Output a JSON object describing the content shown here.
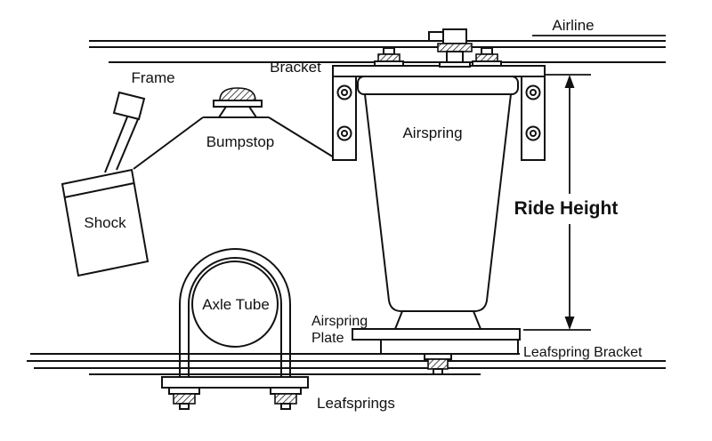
{
  "diagram": {
    "background": "#ffffff",
    "ink": "#111111",
    "labels": {
      "airline": "Airline",
      "frame": "Frame",
      "bracket": "Bracket",
      "bumpstop": "Bumpstop",
      "airspring": "Airspring",
      "ride_height": "Ride Height",
      "shock": "Shock",
      "axle_tube": "Axle Tube",
      "airspring_plate": [
        "Airspring",
        "Plate"
      ],
      "leafspring_bracket": "Leafspring Bracket",
      "leafsprings": "Leafsprings"
    }
  }
}
